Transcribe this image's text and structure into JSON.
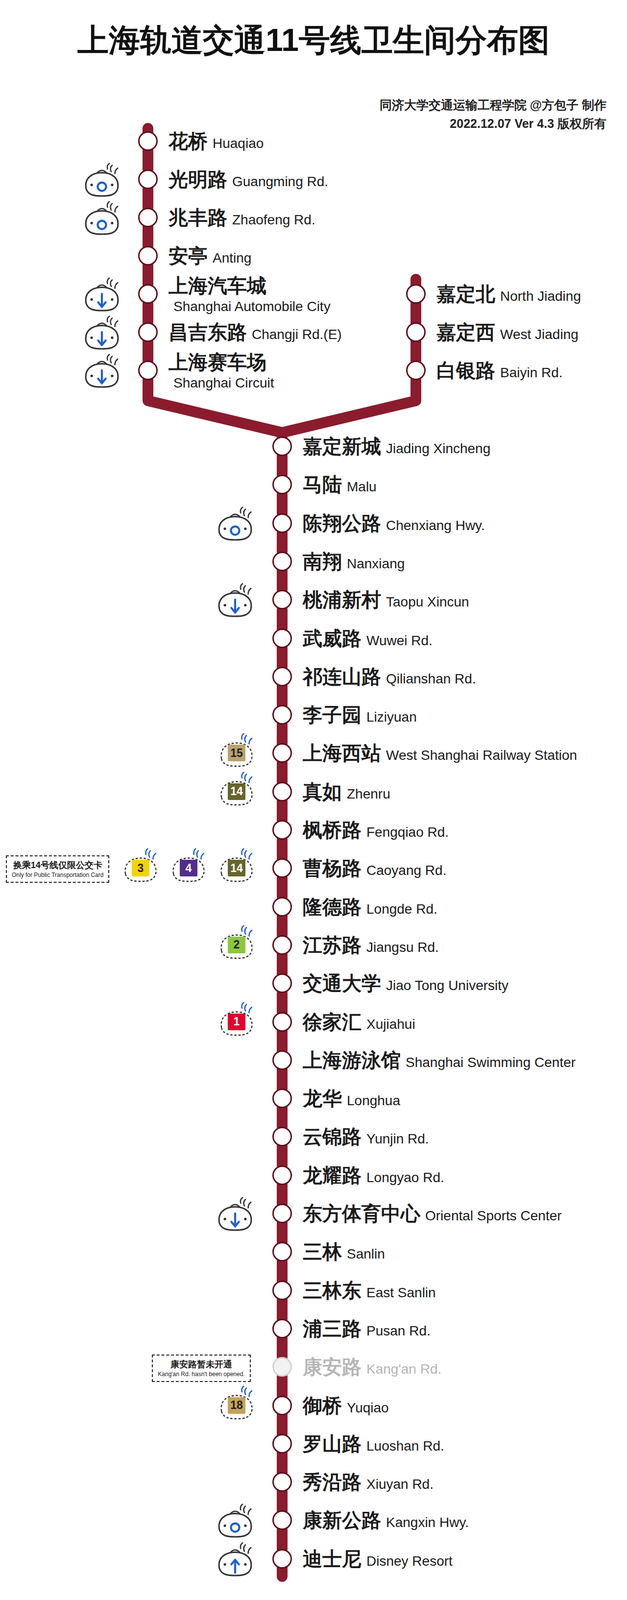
{
  "diagram": {
    "title": "上海轨道交通11号线卫生间分布图",
    "nodes": [
      {
        "text": [
          "花桥",
          "Huaqiao"
        ]
      },
      {
        "text": [
          "光明路",
          "Guangming Rd."
        ]
      },
      {
        "text": [
          "兆丰路",
          "Zhaofeng Rd."
        ]
      },
      {
        "text": [
          "安亭",
          "Anting"
        ]
      },
      {
        "text": [
          "上海汽车城",
          "Shanghai Automobile City"
        ]
      },
      {
        "text": [
          "昌吉东路",
          "Changji Rd.(E)"
        ]
      },
      {
        "text": [
          "上海赛车场",
          "Shanghai Circuit"
        ]
      },
      {
        "text": [
          "嘉定北",
          "North Jiading"
        ]
      },
      {
        "text": [
          "嘉定西",
          "West Jiading"
        ]
      },
      {
        "text": [
          "白银路",
          "Baiyin Rd."
        ]
      },
      {
        "text": [
          "嘉定新城",
          "Jiading Xincheng"
        ]
      },
      {
        "text": [
          "马陆",
          "Malu"
        ]
      },
      {
        "text": [
          "陈翔公路",
          "Chenxiang Hwy."
        ]
      },
      {
        "text": [
          "南翔",
          "Nanxiang"
        ]
      },
      {
        "text": [
          "桃浦新村",
          "Taopu Xincun"
        ]
      },
      {
        "text": [
          "武威路",
          "Wuwei Rd."
        ]
      },
      {
        "text": [
          "祁连山路",
          "Qilianshan Rd."
        ]
      },
      {
        "text": [
          "李子园",
          "Liziyuan"
        ]
      },
      {
        "text": [
          "上海西站",
          "West Shanghai Railway Station"
        ]
      },
      {
        "text": [
          "真如",
          "Zhenru"
        ]
      },
      {
        "text": [
          "枫桥路",
          "Fengqiao Rd."
        ]
      },
      {
        "text": [
          "曹杨路",
          "Caoyang Rd."
        ]
      },
      {
        "text": [
          "隆德路",
          "Longde Rd."
        ]
      },
      {
        "text": [
          "江苏路",
          "Jiangsu Rd."
        ]
      },
      {
        "text": [
          "交通大学",
          "Jiao Tong University"
        ]
      },
      {
        "text": [
          "徐家汇",
          "Xujiahui"
        ]
      },
      {
        "text": [
          "上海游泳馆",
          "Shanghai Swimming Center"
        ]
      },
      {
        "text": [
          "龙华",
          "Longhua"
        ]
      },
      {
        "text": [
          "云锦路",
          "Yunjin Rd."
        ]
      },
      {
        "text": [
          "龙耀路",
          "Longyao Rd."
        ]
      },
      {
        "text": [
          "东方体育中心",
          "Oriental Sports Center"
        ]
      },
      {
        "text": [
          "三林",
          "Sanlin"
        ]
      },
      {
        "text": [
          "三林东",
          "East Sanlin"
        ]
      },
      {
        "text": [
          "浦三路",
          "Pusan Rd."
        ]
      },
      {
        "text": [
          "康安路",
          "Kang'an Rd."
        ]
      },
      {
        "text": [
          "御桥",
          "Yuqiao"
        ]
      },
      {
        "text": [
          "罗山路",
          "Luoshan Rd."
        ]
      },
      {
        "text": [
          "秀沿路",
          "Xiuyan Rd."
        ]
      },
      {
        "text": [
          "康新公路",
          "Kangxin Hwy."
        ]
      },
      {
        "text": [
          "迪士尼",
          "Disney Resort"
        ]
      },
      {
        "text": [
          "换乘14号线仅限公交卡",
          "Only for Public Transportation Card"
        ]
      },
      {
        "text": [
          "康安路暂未开通",
          "Kang'an Rd. hasn't been opened."
        ]
      },
      {
        "text": [
          "15"
        ]
      },
      {
        "text": [
          "14"
        ]
      },
      {
        "text": [
          "3"
        ]
      },
      {
        "text": [
          "4"
        ]
      },
      {
        "text": [
          "14"
        ]
      },
      {
        "text": [
          "2"
        ]
      },
      {
        "text": [
          "1"
        ]
      },
      {
        "text": [
          "18"
        ]
      }
    ],
    "edges": [
      {
        "from": 0,
        "to": 1,
        "arrow": "none"
      },
      {
        "from": 1,
        "to": 2,
        "arrow": "none"
      },
      {
        "from": 2,
        "to": 3,
        "arrow": "none"
      },
      {
        "from": 3,
        "to": 4,
        "arrow": "none"
      },
      {
        "from": 4,
        "to": 5,
        "arrow": "none"
      },
      {
        "from": 5,
        "to": 6,
        "arrow": "none"
      },
      {
        "from": 7,
        "to": 8,
        "arrow": "none"
      },
      {
        "from": 8,
        "to": 9,
        "arrow": "none"
      },
      {
        "from": 6,
        "to": 10,
        "arrow": "none"
      },
      {
        "from": 9,
        "to": 10,
        "arrow": "none"
      },
      {
        "from": 10,
        "to": 11,
        "arrow": "none"
      },
      {
        "from": 11,
        "to": 12,
        "arrow": "none"
      },
      {
        "from": 12,
        "to": 13,
        "arrow": "none"
      },
      {
        "from": 13,
        "to": 14,
        "arrow": "none"
      },
      {
        "from": 14,
        "to": 15,
        "arrow": "none"
      },
      {
        "from": 15,
        "to": 16,
        "arrow": "none"
      },
      {
        "from": 16,
        "to": 17,
        "arrow": "none"
      },
      {
        "from": 17,
        "to": 18,
        "arrow": "none"
      },
      {
        "from": 18,
        "to": 19,
        "arrow": "none"
      },
      {
        "from": 19,
        "to": 20,
        "arrow": "none"
      },
      {
        "from": 20,
        "to": 21,
        "arrow": "none"
      },
      {
        "from": 21,
        "to": 22,
        "arrow": "none"
      },
      {
        "from": 22,
        "to": 23,
        "arrow": "none"
      },
      {
        "from": 23,
        "to": 24,
        "arrow": "none"
      },
      {
        "from": 24,
        "to": 25,
        "arrow": "none"
      },
      {
        "from": 25,
        "to": 26,
        "arrow": "none"
      },
      {
        "from": 26,
        "to": 27,
        "arrow": "none"
      },
      {
        "from": 27,
        "to": 28,
        "arrow": "none"
      },
      {
        "from": 28,
        "to": 29,
        "arrow": "none"
      },
      {
        "from": 29,
        "to": 30,
        "arrow": "none"
      },
      {
        "from": 30,
        "to": 31,
        "arrow": "none"
      },
      {
        "from": 31,
        "to": 32,
        "arrow": "none"
      },
      {
        "from": 32,
        "to": 33,
        "arrow": "none"
      },
      {
        "from": 33,
        "to": 34,
        "arrow": "none"
      },
      {
        "from": 34,
        "to": 35,
        "arrow": "none"
      },
      {
        "from": 35,
        "to": 36,
        "arrow": "none"
      },
      {
        "from": 36,
        "to": 37,
        "arrow": "none"
      },
      {
        "from": 37,
        "to": 38,
        "arrow": "none"
      },
      {
        "from": 38,
        "to": 39,
        "arrow": "none"
      }
    ],
    "labels": [
      "同济大学交通运输工程学院 @方包子 制作",
      "2022.12.07 Ver 4.3 版权所有"
    ]
  }
}
